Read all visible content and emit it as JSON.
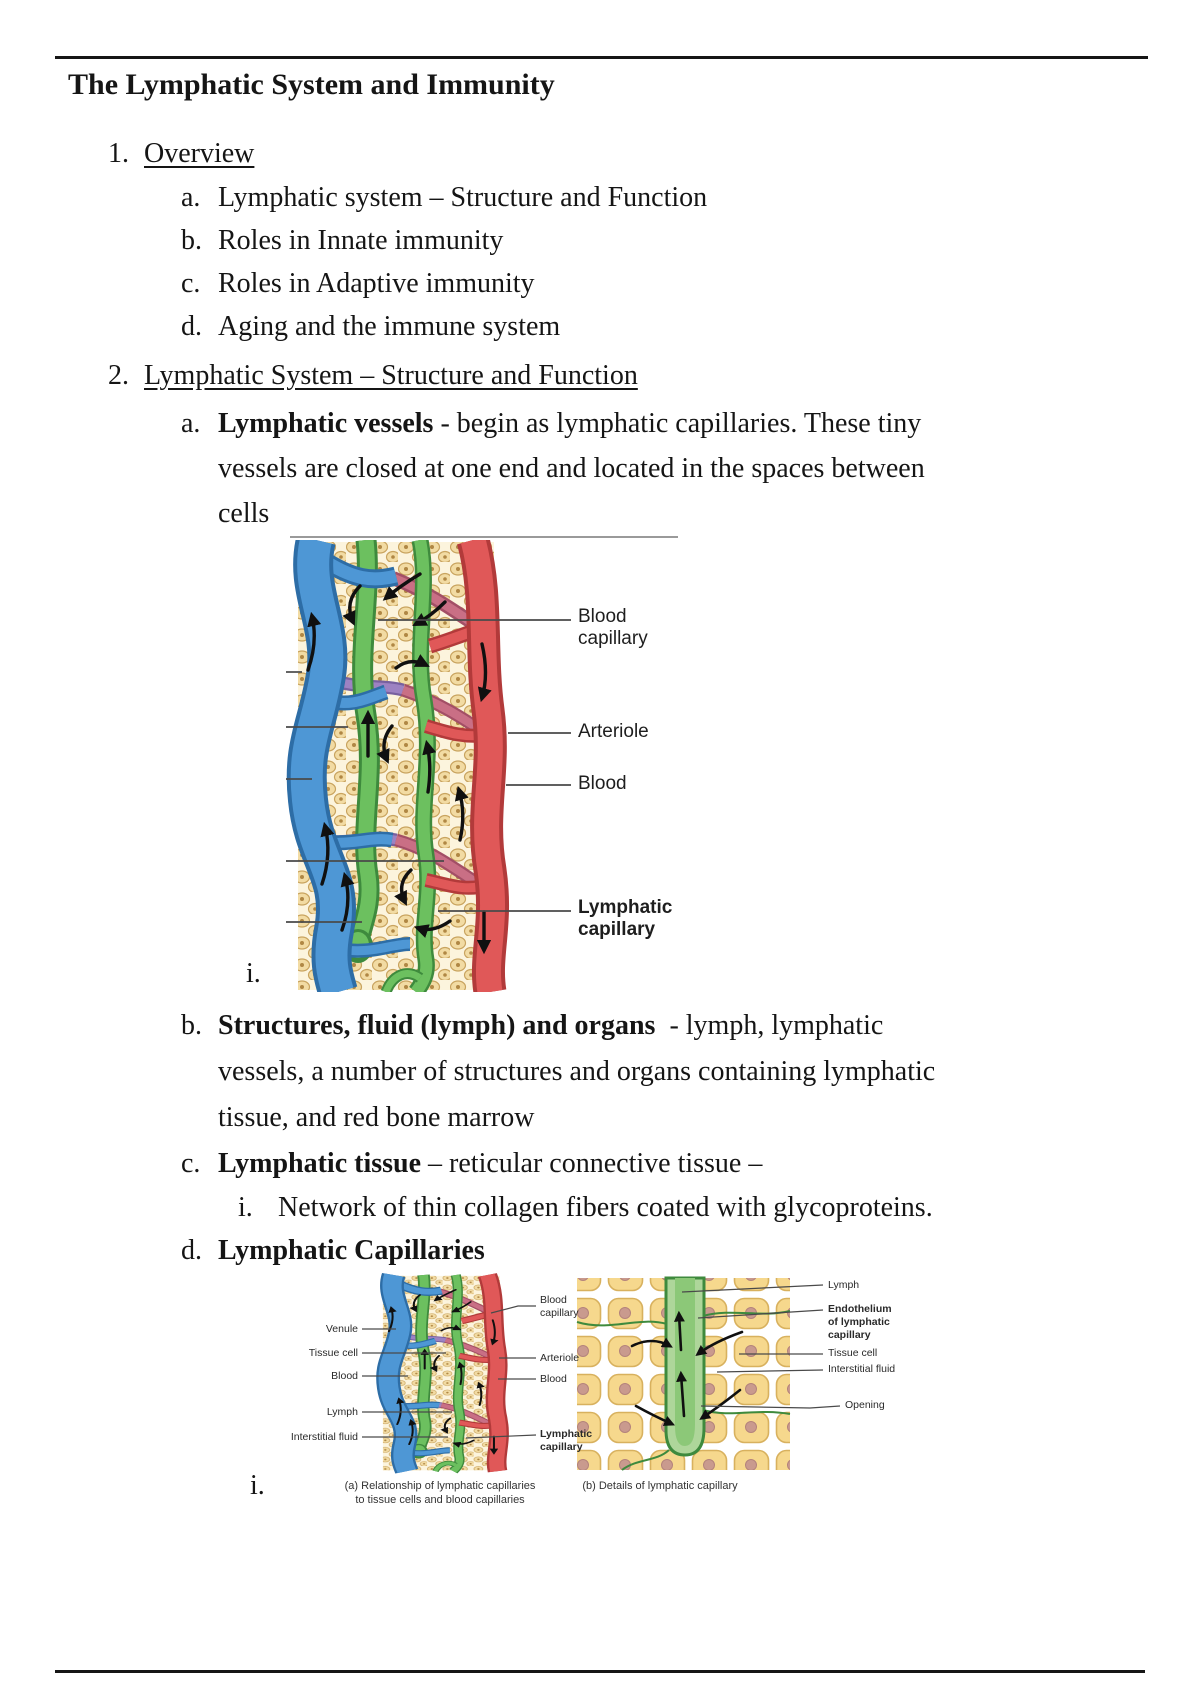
{
  "colors": {
    "ink": "#151515",
    "rule": "#161616",
    "leader": "#4a4a4a",
    "label": "#1e1e1e",
    "blank_line": "#9a9a9a",
    "vein_blue": "#4e97d5",
    "vein_blue_dark": "#2d6da6",
    "artery_red": "#e05858",
    "artery_red_dark": "#b23a3a",
    "lymph_green": "#6cc05f",
    "lymph_green_dark": "#3e8a3d",
    "cap_pink": "#c96f85",
    "cap_pink_dark": "#a34f66",
    "cap_purple": "#9d82c2",
    "cap_purple_dark": "#77609f",
    "tissue_fill": "#f2dba3",
    "tissue_edge": "#c9a45f",
    "tissue_nucleus": "#b08744",
    "cellB_fill": "#f6d88d",
    "cellB_edge": "#d8b15e",
    "cellB_nucleus": "#c99a8e",
    "arrow": "#101010"
  },
  "title": "The Lymphatic System and Immunity",
  "outline": {
    "o1": {
      "marker": "1.",
      "text": "Overview"
    },
    "o1a": {
      "marker": "a.",
      "text": "Lymphatic system – Structure and Function"
    },
    "o1b": {
      "marker": "b.",
      "text": "Roles in Innate immunity"
    },
    "o1c": {
      "marker": "c.",
      "text": "Roles in Adaptive immunity"
    },
    "o1d": {
      "marker": "d.",
      "text": "Aging and the immune system"
    },
    "o2": {
      "marker": "2.",
      "text": "Lymphatic System – Structure and Function"
    },
    "o2a": {
      "marker": "a.",
      "lead": "Lymphatic vessels",
      "rest": " - begin as lymphatic capillaries. These tiny",
      "cont1": "vessels are closed at one end and located in the spaces between",
      "cont2": "cells"
    },
    "fig1_marker": "i.",
    "o2b": {
      "marker": "b.",
      "lead": "Structures, fluid (lymph) and organs",
      "rest": "  - lymph, lymphatic",
      "cont1": "vessels, a number of structures and organs containing lymphatic",
      "cont2": "tissue, and red bone marrow"
    },
    "o2c": {
      "marker": "c.",
      "lead": "Lymphatic tissue",
      "rest": " – reticular connective tissue –"
    },
    "o2ci": {
      "marker": "i.",
      "text": "Network of thin collagen fibers coated with glycoproteins."
    },
    "o2d": {
      "marker": "d.",
      "lead": "Lymphatic Capillaries",
      "rest": ""
    },
    "fig2_marker": "i."
  },
  "figure1": {
    "labels": {
      "blood_capillary": "Blood\ncapillary",
      "arteriole": "Arteriole",
      "blood": "Blood",
      "lymphatic_capillary": "Lymphatic\ncapillary"
    }
  },
  "figure2": {
    "panel_a": {
      "labels": {
        "venule": "Venule",
        "tissue_cell": "Tissue cell",
        "blood": "Blood",
        "lymph": "Lymph",
        "interstitial_fluid": "Interstitial fluid",
        "blood_capillary": "Blood\ncapillary",
        "arteriole": "Arteriole",
        "blood_right": "Blood",
        "lymphatic_capillary": "Lymphatic\ncapillary"
      },
      "caption": "(a) Relationship of lymphatic capillaries\nto tissue cells and blood capillaries"
    },
    "panel_b": {
      "labels": {
        "lymph": "Lymph",
        "endothelium": "Endothelium\nof lymphatic\ncapillary",
        "tissue_cell": "Tissue cell",
        "interstitial_fluid": "Interstitial fluid",
        "opening": "Opening"
      },
      "caption": "(b) Details of lymphatic capillary"
    }
  }
}
